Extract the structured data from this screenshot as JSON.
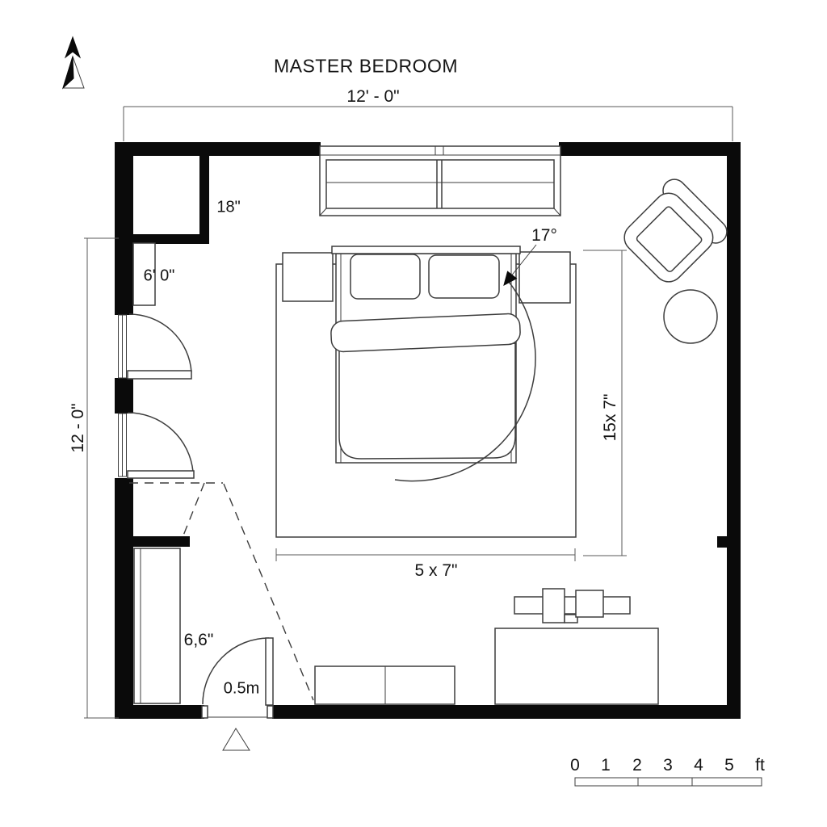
{
  "title": "MASTER BEDROOM",
  "dimensions": {
    "room_width_top": "12' - 0\"",
    "room_height_left": "12 - 0\"",
    "right_vertical": "15x 7\"",
    "rug": "5 x 7\"",
    "closet_depth": "18\"",
    "closet_width": "6' 0\"",
    "bed_rotation_angle": "17°",
    "wardrobe_width": "6,6\"",
    "door_width": "0.5m"
  },
  "scale_bar": {
    "ticks": [
      "0",
      "1",
      "2",
      "3",
      "4",
      "5"
    ],
    "unit": "ft"
  },
  "colors": {
    "wall": "#0a0a0a",
    "furniture_line": "#3d3d3d",
    "dimension_line": "#5a5a5a",
    "text": "#141414",
    "background": "#ffffff"
  }
}
